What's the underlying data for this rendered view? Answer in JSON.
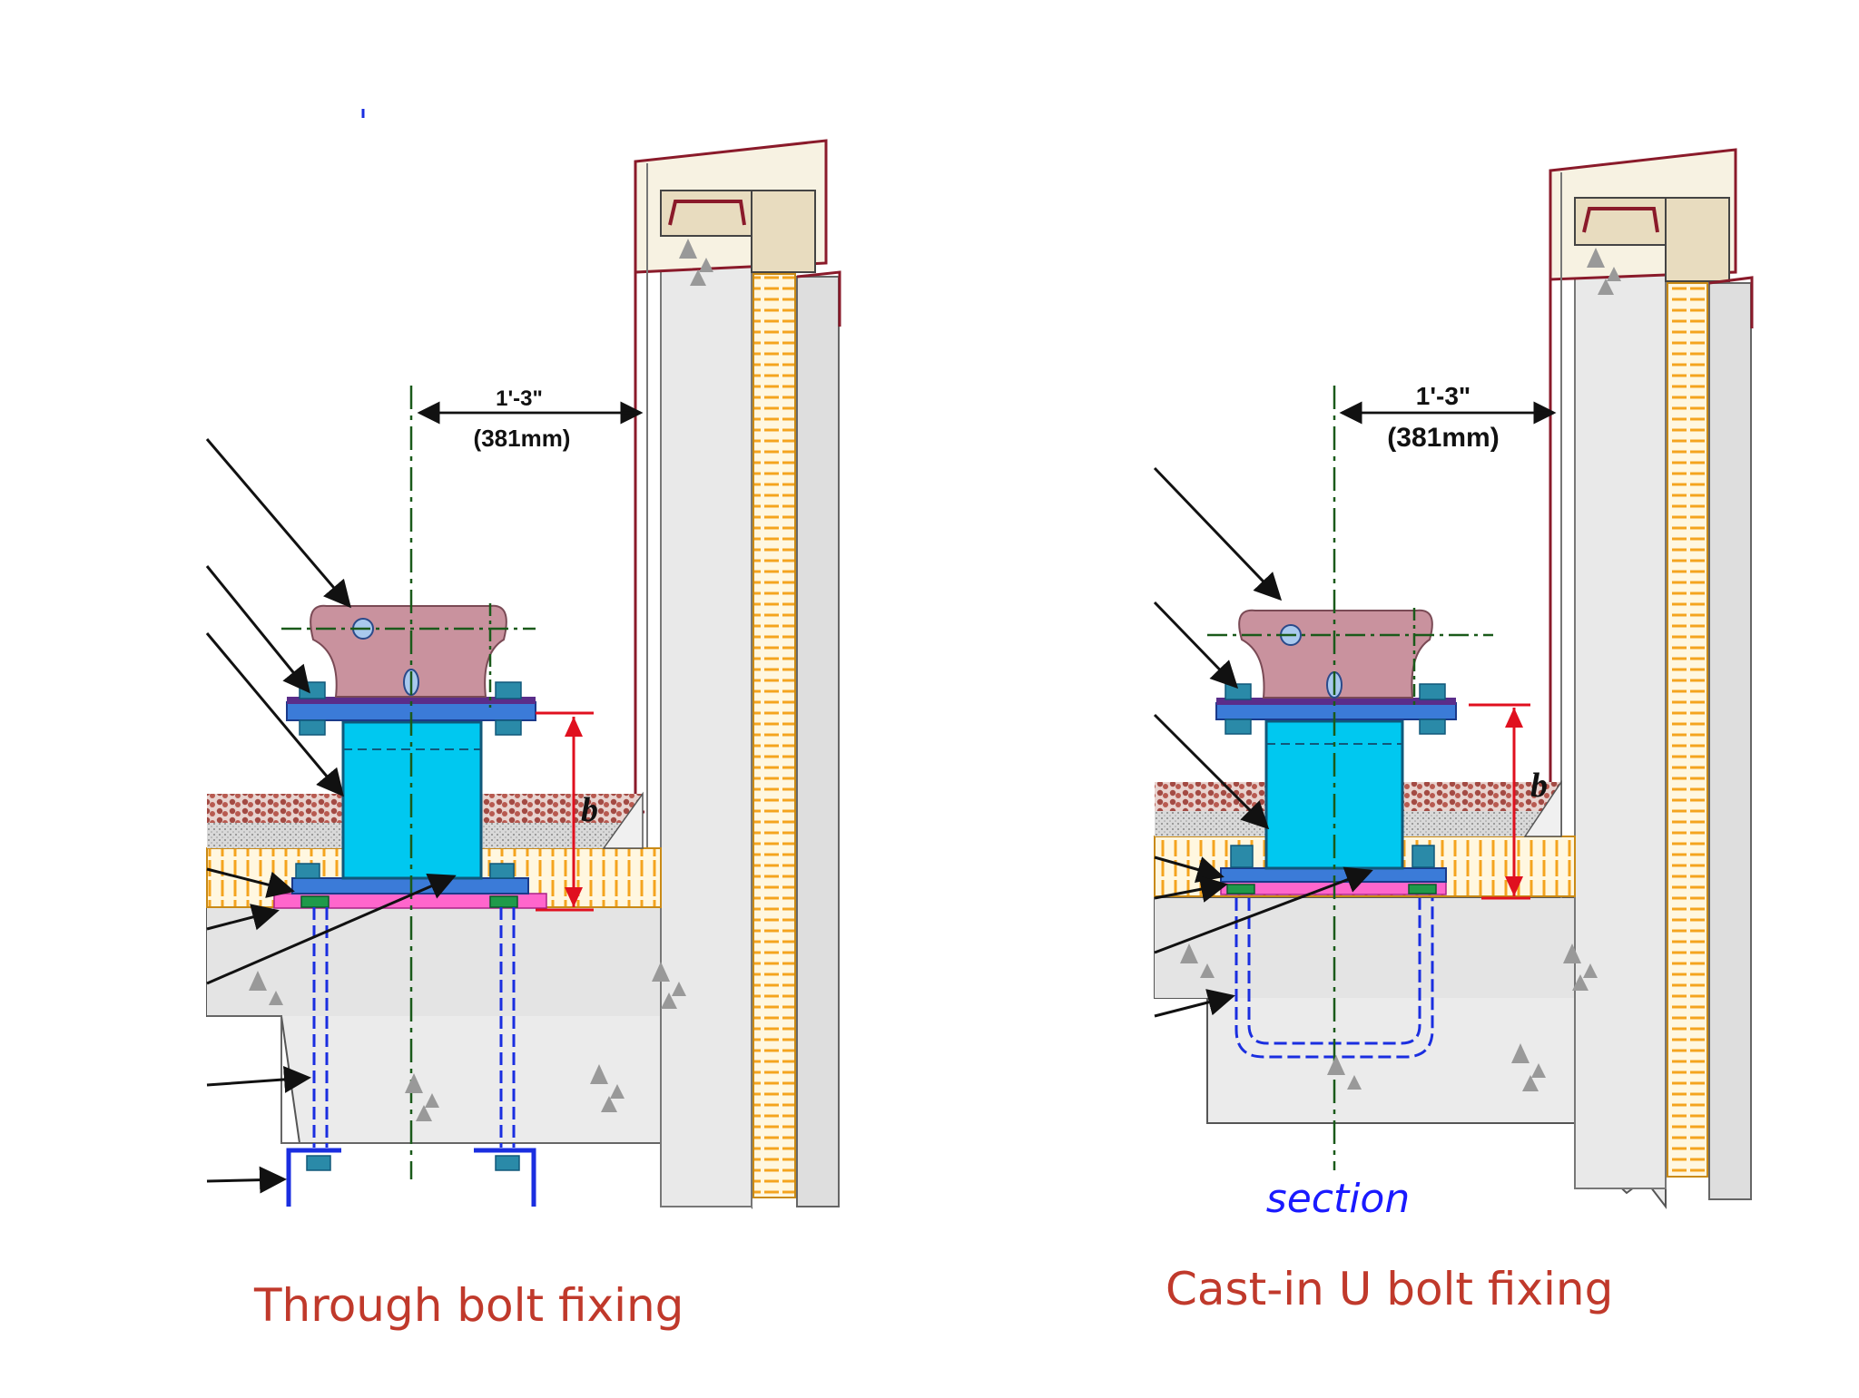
{
  "captions": {
    "left": "Through bolt fixing",
    "right": "Cast-in U bolt fixing"
  },
  "details": {
    "left": {
      "dimension_feet": "1'-3\"",
      "dimension_mm": "(381mm)",
      "height_label": "b",
      "fixing": "through bolt"
    },
    "right": {
      "dimension_feet": "1'-3\"",
      "dimension_mm": "(381mm)",
      "height_label": "b",
      "section_label": "section",
      "fixing": "cast-in U bolt"
    }
  },
  "colors": {
    "concrete": "#ebebeb",
    "post": "#00c8f0",
    "baseplate": "#3b7bd8",
    "bracket": "#c9929e",
    "insulation": "#f4a41f",
    "gravel": "#a34a43",
    "membrane": "#ff66cc",
    "dimension": "#e0101f",
    "anchor_bolt": "#1a2ee0",
    "caption": "#c0392b"
  },
  "icons": [
    "arrow-pointer",
    "center-line",
    "dimension-arrow"
  ]
}
